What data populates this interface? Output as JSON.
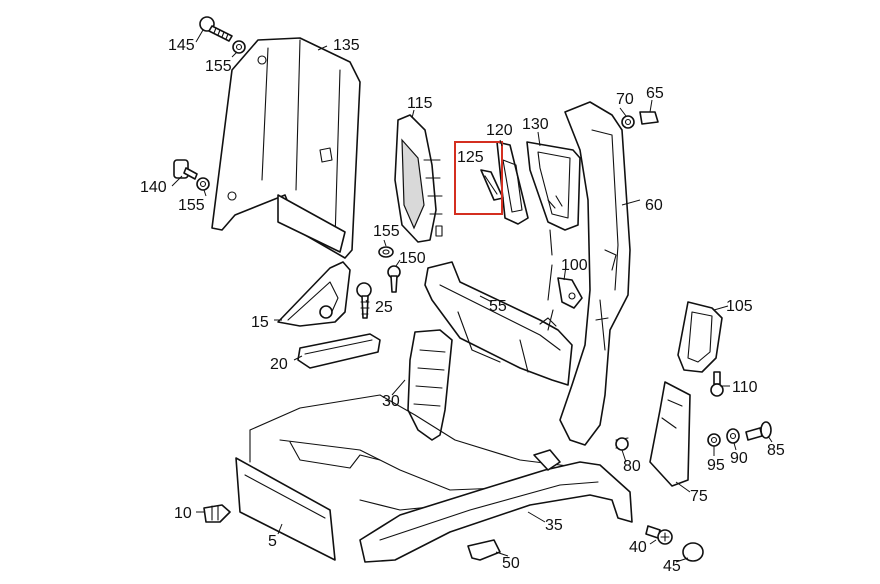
{
  "highlight_color": "#d42f20",
  "labels": {
    "p5": "5",
    "p10": "10",
    "p15": "15",
    "p20": "20",
    "p25": "25",
    "p30": "30",
    "p35": "35",
    "p40": "40",
    "p45": "45",
    "p50": "50",
    "p55": "55",
    "p60": "60",
    "p65": "65",
    "p70": "70",
    "p75": "75",
    "p80": "80",
    "p85": "85",
    "p90": "90",
    "p95": "95",
    "p100": "100",
    "p105": "105",
    "p110": "110",
    "p115": "115",
    "p120": "120",
    "p125": "125",
    "p130": "130",
    "p135": "135",
    "p140": "140",
    "p145": "145",
    "p150": "150",
    "p155a": "155",
    "p155b": "155",
    "p155c": "155"
  }
}
